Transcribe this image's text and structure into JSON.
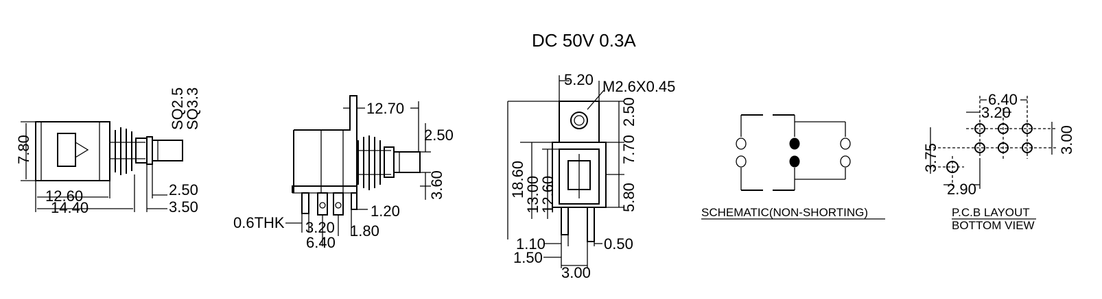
{
  "title": "DC  50V  0.3A",
  "side_view": {
    "height": "7.80",
    "sq1": "SQ2.5",
    "sq2": "SQ3.3",
    "body_len": "12.60",
    "total_len": "14.40",
    "d1": "2.50",
    "d2": "3.50"
  },
  "front_view": {
    "len": "12.70",
    "d1": "2.50",
    "d2": "3.60",
    "d3": "1.20",
    "thk": "0.6THK",
    "d4": "3.20",
    "d5": "1.80",
    "d6": "6.40"
  },
  "end_view": {
    "w": "5.20",
    "thread": "M2.6X0.45",
    "h_top": "2.50",
    "h_total": "18.60",
    "h_mid": "13.00",
    "h_body": "12.60",
    "h_upper": "7.70",
    "h_lower": "5.80",
    "w1": "1.10",
    "w2": "1.50",
    "w3": "0.50",
    "w4": "3.00"
  },
  "schematic": {
    "caption": "SCHEMATIC(NON-SHORTING)"
  },
  "pcb": {
    "w_total": "6.40",
    "w_half": "3.20",
    "h_right": "3.00",
    "h_left": "3.75",
    "w_bottom": "2.90",
    "caption1": "P.C.B LAYOUT",
    "caption2": "BOTTOM VIEW"
  }
}
